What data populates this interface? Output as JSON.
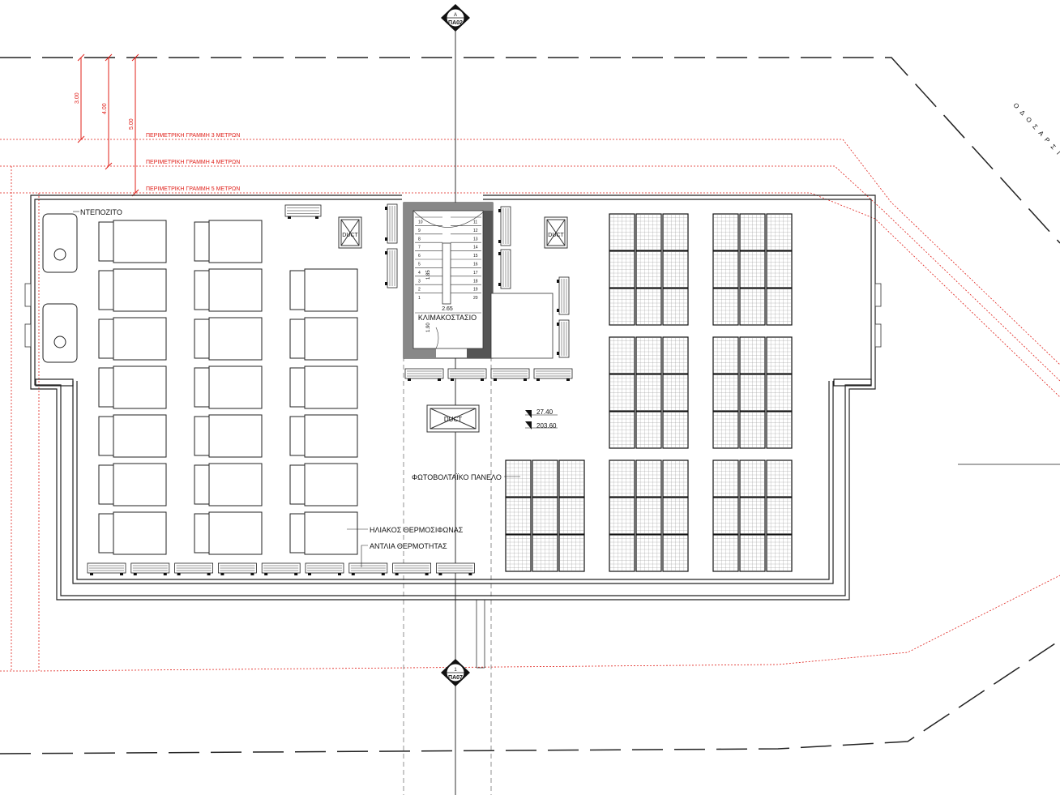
{
  "section_markers": {
    "top": {
      "number": "A",
      "sheet": "ΠΑ02"
    },
    "bottom": {
      "number": "1",
      "sheet": "ΠΑ07"
    }
  },
  "setback_lines": [
    {
      "label": "ΠΕΡΙΜΕΤΡΙΚΗ ΓΡΑΜΜΗ 3 ΜΕΤΡΩΝ",
      "dimension": "3.00"
    },
    {
      "label": "ΠΕΡΙΜΕΤΡΙΚΗ ΓΡΑΜΜΗ 4 ΜΕΤΡΩΝ",
      "dimension": "4.00"
    },
    {
      "label": "ΠΕΡΙΜΕΤΡΙΚΗ ΓΡΑΜΜΗ 5 ΜΕΤΡΩΝ",
      "dimension": "5.00"
    }
  ],
  "labels": {
    "tank": "ΝΤΕΠΟΖΙΤΟ",
    "stairwell": "ΚΛΙΜΑΚΟΣΤΑΣΙΟ",
    "duct": "DUCT",
    "pv_panel": "ΦΩΤΟΒΟΛΤΑΪΚΟ ΠΑΝΕΛΟ",
    "solar_heater": "ΗΛΙΑΚΟΣ ΘΕΡΜΟΣΙΦΩΝΑΣ",
    "heat_pump": "ΑΝΤΛΙΑ ΘΕΡΜΟΤΗΤΑΣ",
    "street": "Ο Δ Ο Σ   Α Ρ Σ Ι Ν Ο"
  },
  "stair": {
    "width_dim": "2.65",
    "height_dim": "1.90",
    "mid_dim": "1.85",
    "left_steps": [
      "10",
      "9",
      "8",
      "7",
      "6",
      "5",
      "4",
      "3",
      "2",
      "1"
    ],
    "right_steps": [
      "11",
      "12",
      "13",
      "14",
      "15",
      "16",
      "17",
      "18",
      "19",
      "20"
    ]
  },
  "levels": {
    "upper": "27.40",
    "lower": "203.60"
  }
}
